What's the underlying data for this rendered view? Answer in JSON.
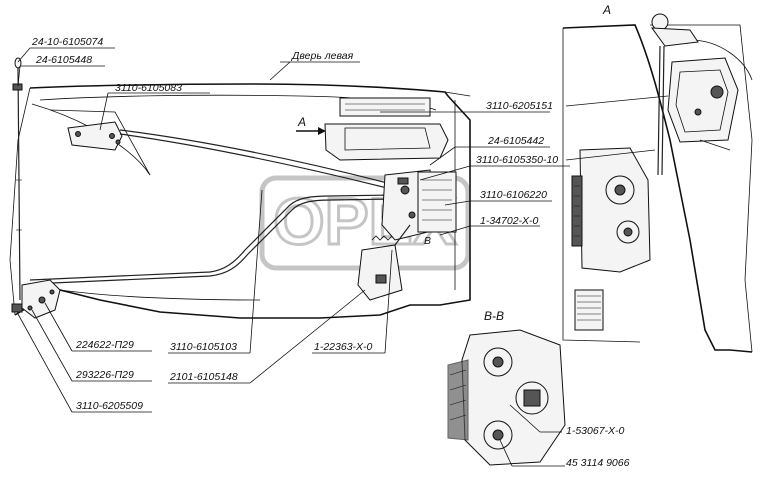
{
  "labels": {
    "l_24_10_6105074": "24-10-6105074",
    "l_24_6105448": "24-6105448",
    "l_door_left": "Дверь левая",
    "l_3110_6105083": "3110-6105083",
    "l_A_arrow": "А",
    "l_3110_6205151": "3110-6205151",
    "l_24_6105442": "24-6105442",
    "l_3110_6105350_10": "3110-6105350-10",
    "l_3110_6106220": "3110-6106220",
    "l_1_34702_X_0": "1-34702-Х-0",
    "l_B_section": "В",
    "l_view_A": "А",
    "l_224622_P29": "224622-П29",
    "l_293226_P29": "293226-П29",
    "l_3110_6205509": "3110-6205509",
    "l_3110_6105103": "3110-6105103",
    "l_2101_6105148": "2101-6105148",
    "l_1_22363_X_0": "1-22363-Х-0",
    "l_section_BB": "В-В",
    "l_1_53067_X_0": "1-53067-Х-0",
    "l_45_3114_9066": "45 3114 9066"
  },
  "watermark": "ОРЕХ"
}
